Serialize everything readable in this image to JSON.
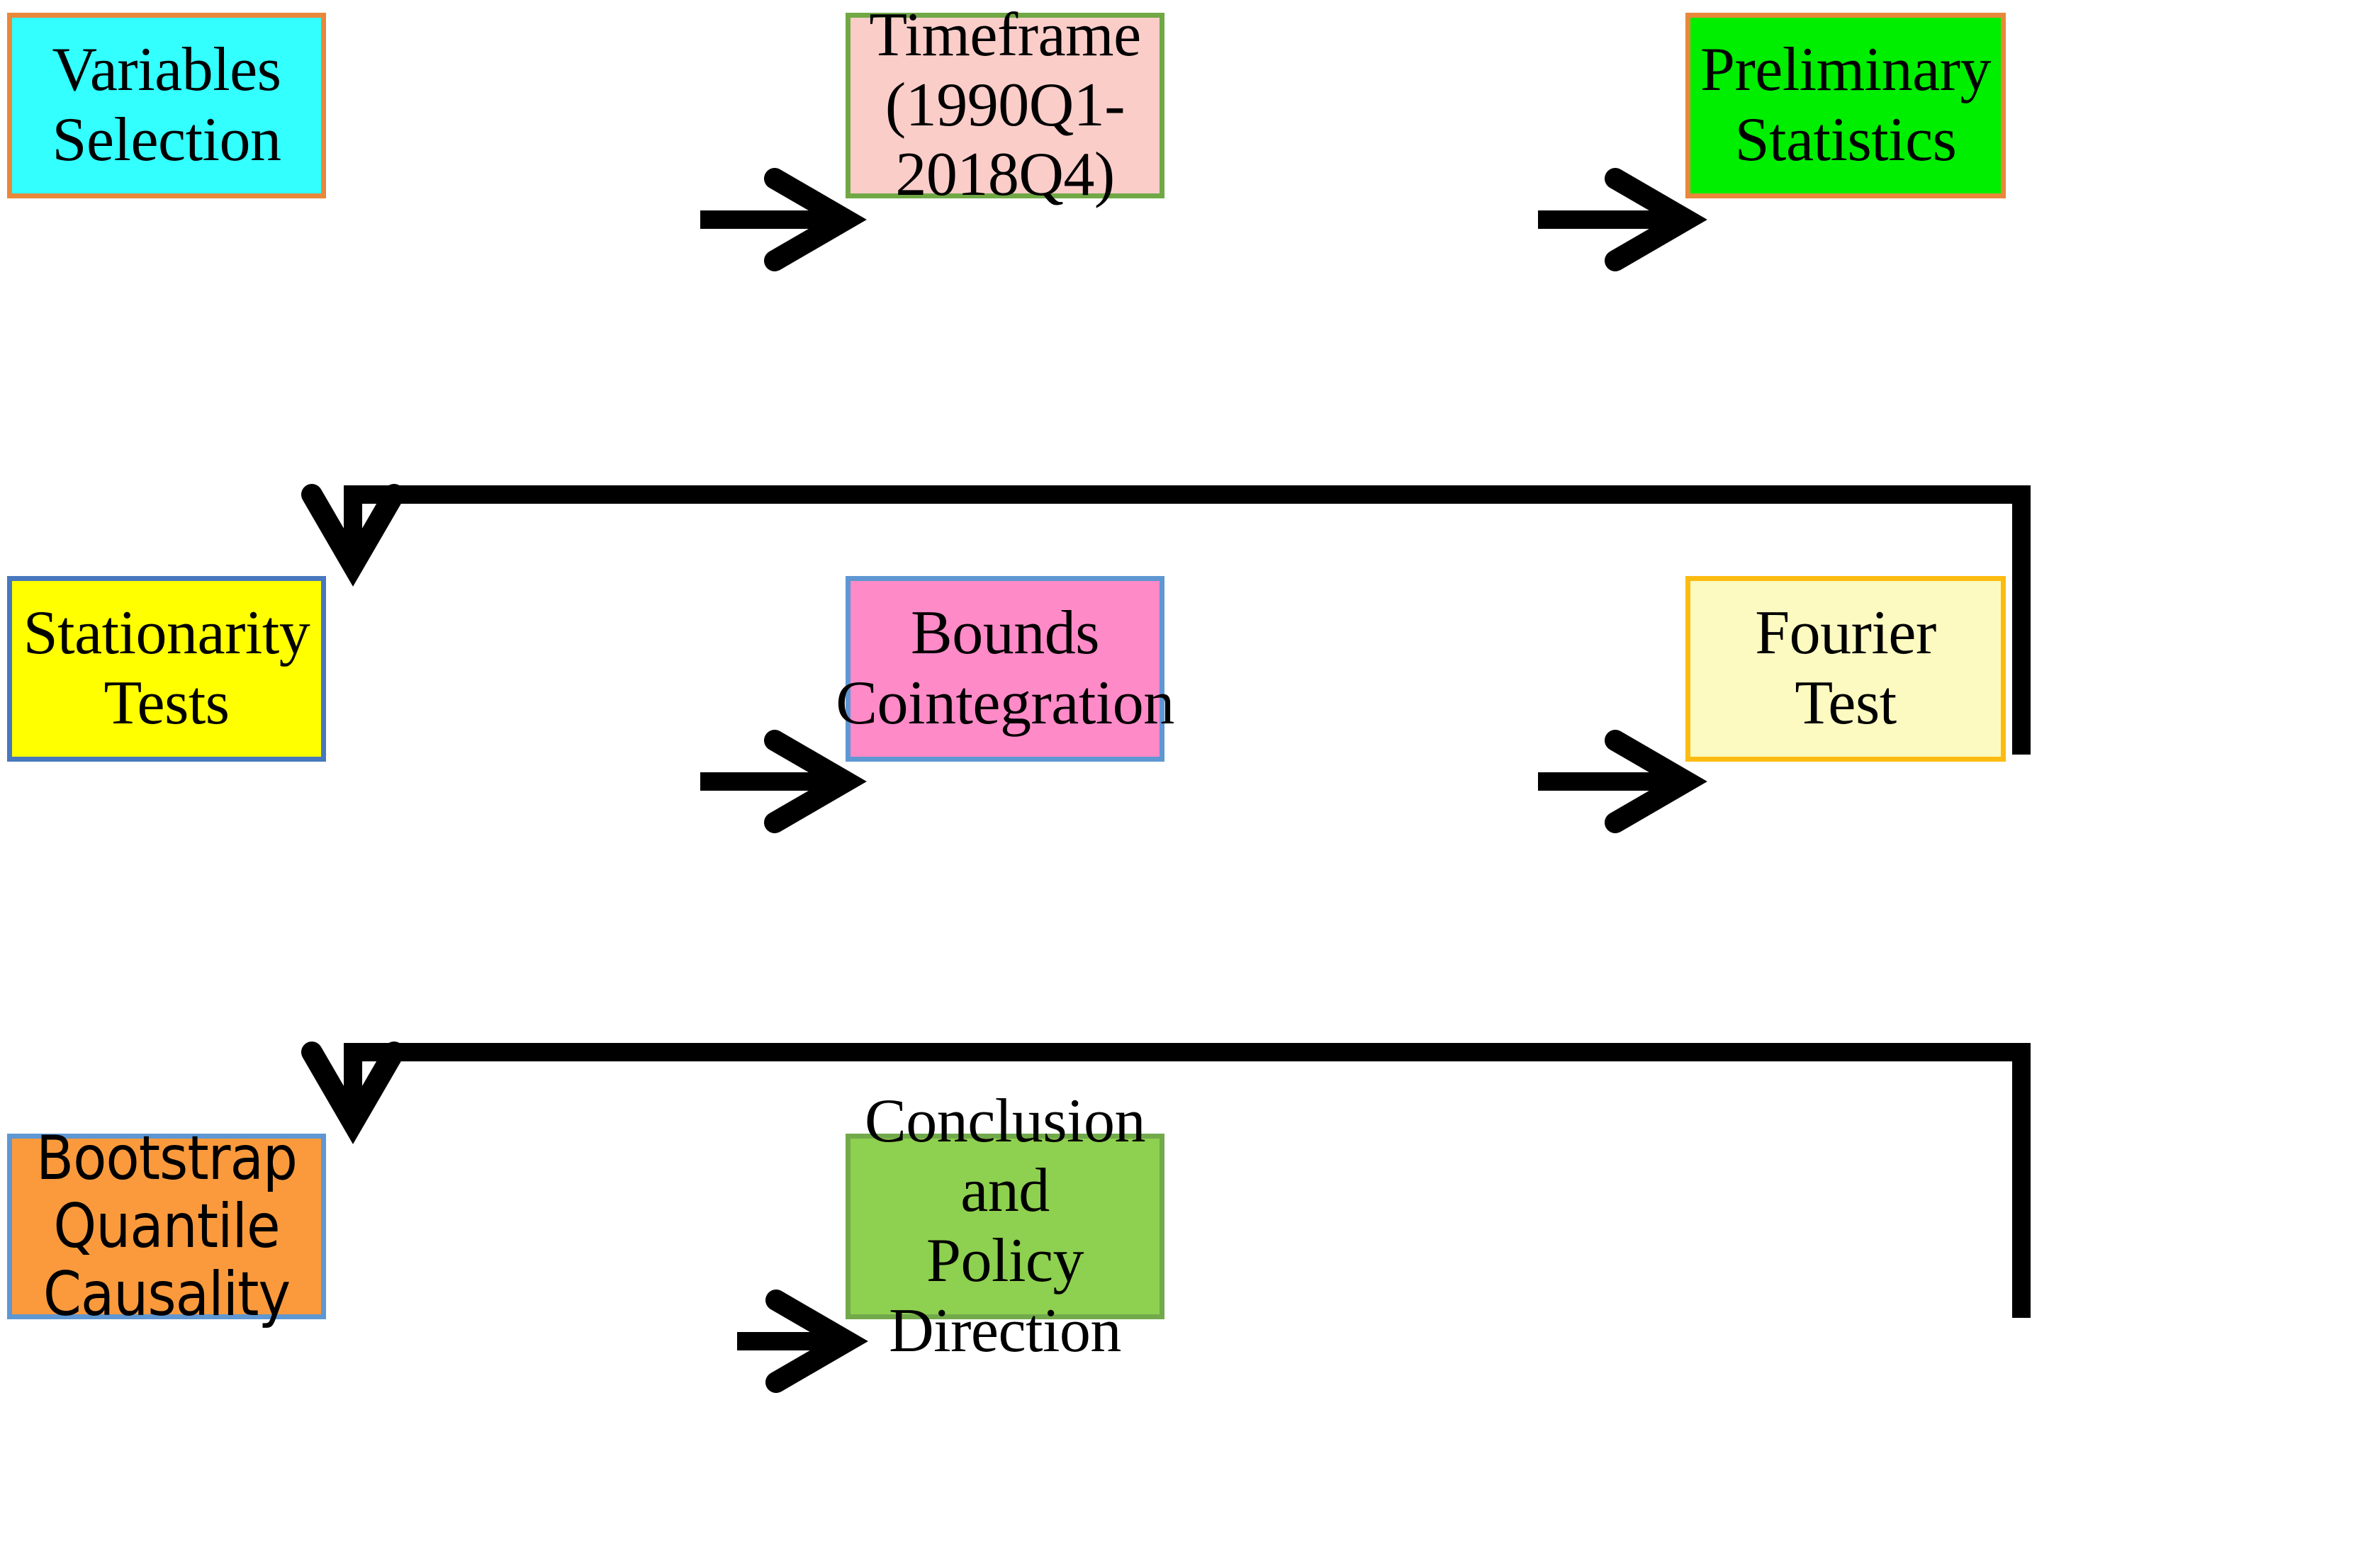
{
  "diagram": {
    "type": "flowchart",
    "title": "Research Methodology Flowchart",
    "orientation": "left-to-right, serpentine (3 rows)",
    "background_color": "#FFFFFF",
    "arrow_color": "#000000"
  },
  "nodes": [
    {
      "id": "variables-selection",
      "label": "Variables Selection",
      "row": 1,
      "column": 1,
      "fill_color": "#33FFFF",
      "border_color": "#E8883A",
      "text_color": "#000000",
      "font_style": "serif"
    },
    {
      "id": "timeframe",
      "label": "Timeframe\n(1990Q1-2018Q4)",
      "line1": "Timeframe",
      "line2": "(1990Q1-2018Q4)",
      "row": 1,
      "column": 2,
      "fill_color": "#FBCDC9",
      "border_color": "#70A845",
      "text_color": "#000000",
      "font_style": "serif"
    },
    {
      "id": "preliminary-statistics",
      "label": "Preliminary\nStatistics",
      "line1": "Preliminary",
      "line2": "Statistics",
      "row": 1,
      "column": 3,
      "fill_color": "#00EE00",
      "border_color": "#E8883A",
      "text_color": "#000000",
      "font_style": "serif"
    },
    {
      "id": "stationarity-tests",
      "label": "Stationarity Tests",
      "row": 2,
      "column": 1,
      "fill_color": "#FFFF00",
      "border_color": "#4878BE",
      "text_color": "#000000",
      "font_style": "serif"
    },
    {
      "id": "bounds-cointegration",
      "label": "Bounds\nCointegration",
      "line1": "Bounds",
      "line2": "Cointegration",
      "row": 2,
      "column": 2,
      "fill_color": "#FF8AC8",
      "border_color": "#5E97D2",
      "text_color": "#000000",
      "font_style": "serif"
    },
    {
      "id": "fourier-test",
      "label": "Fourier Test",
      "row": 2,
      "column": 3,
      "fill_color": "#FCFAC0",
      "border_color": "#FBBB11",
      "text_color": "#000000",
      "font_style": "serif"
    },
    {
      "id": "bootstrap-quantile-causality",
      "label": "Bootstrap Quantile\nCausality",
      "line1": "Bootstrap Quantile",
      "line2": "Causality",
      "row": 3,
      "column": 1,
      "fill_color": "#FB9A3C",
      "border_color": "#5E97D2",
      "text_color": "#000000",
      "font_style": "sans-condensed"
    },
    {
      "id": "conclusion-policy-direction",
      "label": "Conclusion and\nPolicy Direction",
      "line1": "Conclusion and",
      "line2": "Policy Direction",
      "row": 3,
      "column": 2,
      "fill_color": "#8ED04F",
      "border_color": "#72AA4B",
      "text_color": "#000000",
      "font_style": "serif"
    }
  ],
  "edges": [
    {
      "id": "edge-1",
      "from": "variables-selection",
      "to": "timeframe",
      "shape": "straight-horizontal",
      "direction": "right"
    },
    {
      "id": "edge-2",
      "from": "timeframe",
      "to": "preliminary-statistics",
      "shape": "straight-horizontal",
      "direction": "right"
    },
    {
      "id": "edge-3",
      "from": "preliminary-statistics",
      "to": "stationarity-tests",
      "shape": "elbow",
      "direction": "down-left-down"
    },
    {
      "id": "edge-4",
      "from": "stationarity-tests",
      "to": "bounds-cointegration",
      "shape": "straight-horizontal",
      "direction": "right"
    },
    {
      "id": "edge-5",
      "from": "bounds-cointegration",
      "to": "fourier-test",
      "shape": "straight-horizontal",
      "direction": "right"
    },
    {
      "id": "edge-6",
      "from": "fourier-test",
      "to": "bootstrap-quantile-causality",
      "shape": "elbow",
      "direction": "down-left-down"
    },
    {
      "id": "edge-7",
      "from": "bootstrap-quantile-causality",
      "to": "conclusion-policy-direction",
      "shape": "straight-horizontal",
      "direction": "right"
    }
  ]
}
